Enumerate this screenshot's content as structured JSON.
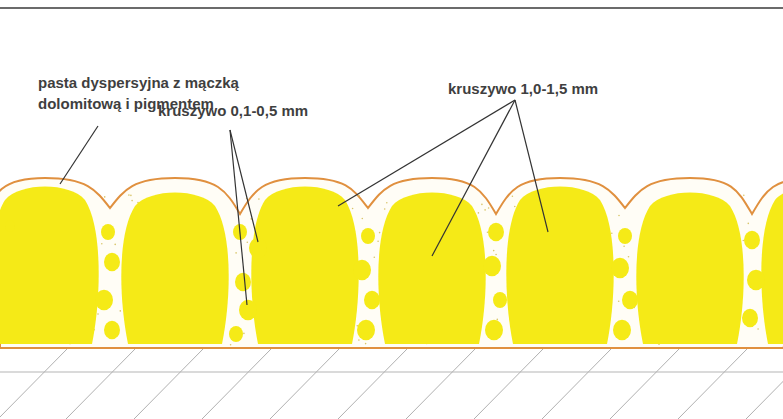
{
  "diagram": {
    "labels": [
      "pasta dyspersyjna z mączką dolomitową i pigmentem",
      "kruszywo 0,1-0,5 mm",
      "kruszywo 1,0-1,5 mm"
    ]
  }
}
